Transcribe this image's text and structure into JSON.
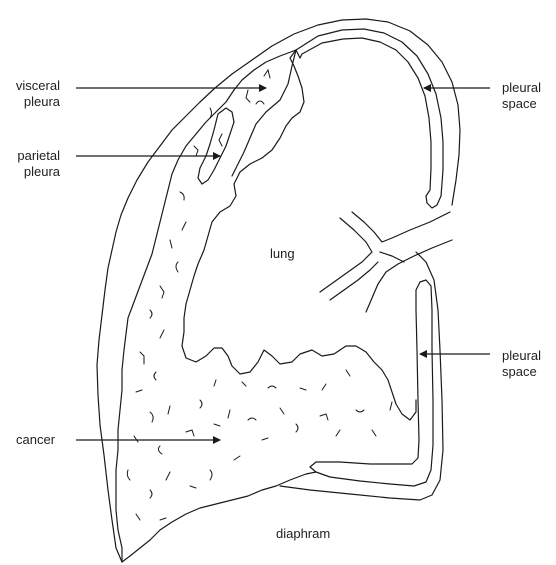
{
  "labels": {
    "visceral_pleura": [
      "visceral",
      "pleura"
    ],
    "parietal_pleura": [
      "parietal",
      "pleura"
    ],
    "pleural_space_top": [
      "pleural",
      "space"
    ],
    "pleural_space_bottom": [
      "pleural",
      "space"
    ],
    "lung": "lung",
    "cancer": "cancer",
    "diaphram": "diaphram"
  }
}
